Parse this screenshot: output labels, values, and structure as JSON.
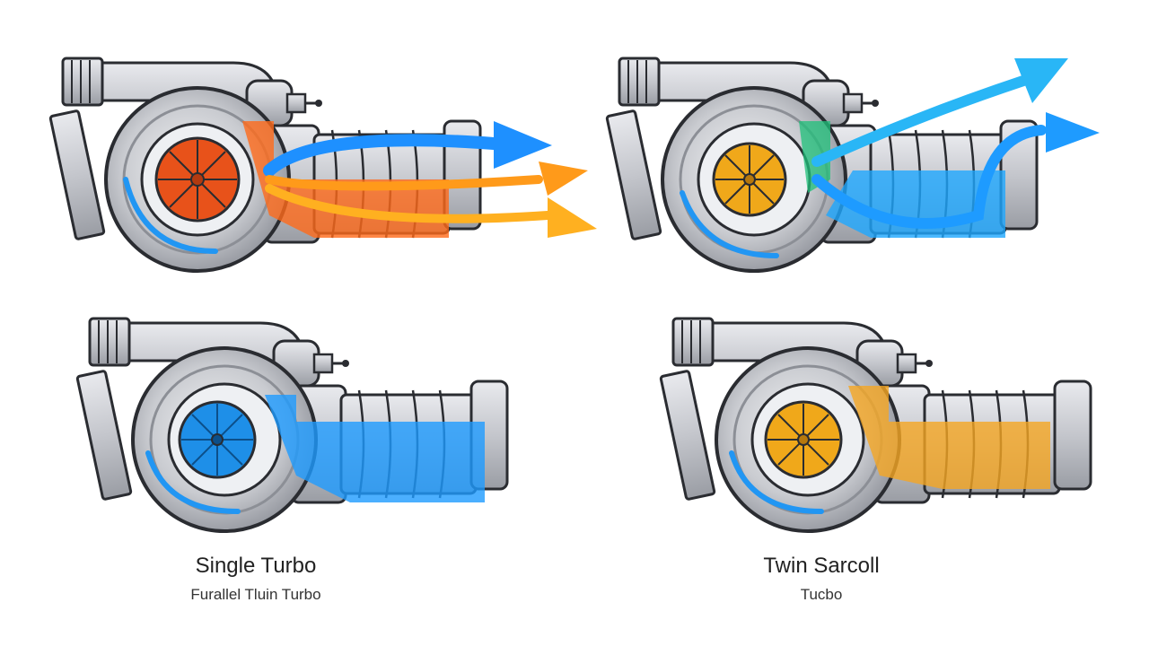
{
  "captions": {
    "left_main": "Single Turbo",
    "left_sub": "Furallel Tluin Turbo",
    "right_main": "Twin Sarcoll",
    "right_sub": "Tucbo"
  },
  "turbos": [
    {
      "id": "top-left",
      "fan_color": "#e8521a",
      "flow_color": "#ff6a1a",
      "arrow_colors": [
        "#1e90ff",
        "#ff9a1a",
        "#ff8c1a",
        "#ffb020"
      ]
    },
    {
      "id": "top-right",
      "fan_color": "#f0a81a",
      "flow_color": "#1ea7ff",
      "arrow_colors": [
        "#29b6f6",
        "#1e9bff"
      ]
    },
    {
      "id": "bottom-left",
      "fan_color": "#1e8fe8",
      "flow_color": "#1e9bff",
      "arrow_colors": []
    },
    {
      "id": "bottom-right",
      "fan_color": "#f0a81a",
      "flow_color": "#f5a623",
      "arrow_colors": []
    }
  ],
  "colors": {
    "metal": "#c9cbd0",
    "metal_dark": "#8c8f96",
    "outline": "#2a2c31",
    "scroll_arc": "#2196f3"
  }
}
